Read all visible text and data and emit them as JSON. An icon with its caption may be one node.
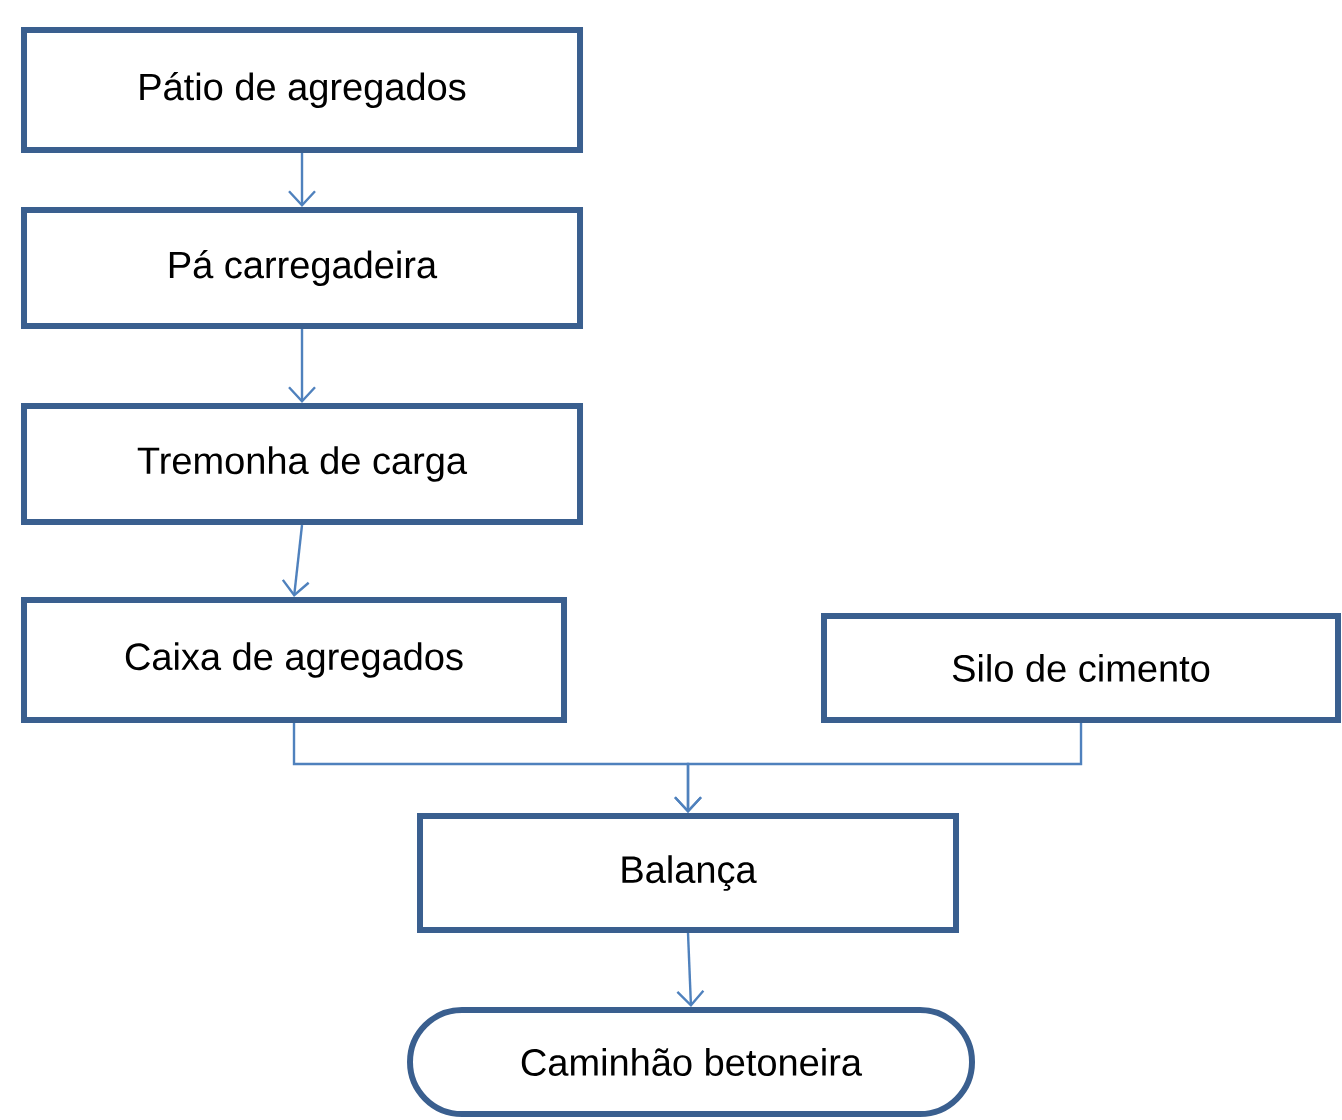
{
  "diagram": {
    "nodes": [
      {
        "text": [
          "Pátio de agregados"
        ]
      },
      {
        "text": [
          "Pá carregadeira"
        ]
      },
      {
        "text": [
          "Tremonha de carga"
        ]
      },
      {
        "text": [
          "Caixa de agregados"
        ]
      },
      {
        "text": [
          "Silo de cimento"
        ]
      },
      {
        "text": [
          "Balança"
        ]
      },
      {
        "text": [
          "Caminhão betoneira"
        ]
      }
    ],
    "edges": [
      {
        "from": 0,
        "to": 1,
        "arrow": "to"
      },
      {
        "from": 1,
        "to": 2,
        "arrow": "to"
      },
      {
        "from": 2,
        "to": 3,
        "arrow": "to"
      },
      {
        "from": 3,
        "to": 5,
        "arrow": "to"
      },
      {
        "from": 4,
        "to": 5,
        "arrow": "to"
      },
      {
        "from": 5,
        "to": 6,
        "arrow": "to"
      }
    ]
  }
}
